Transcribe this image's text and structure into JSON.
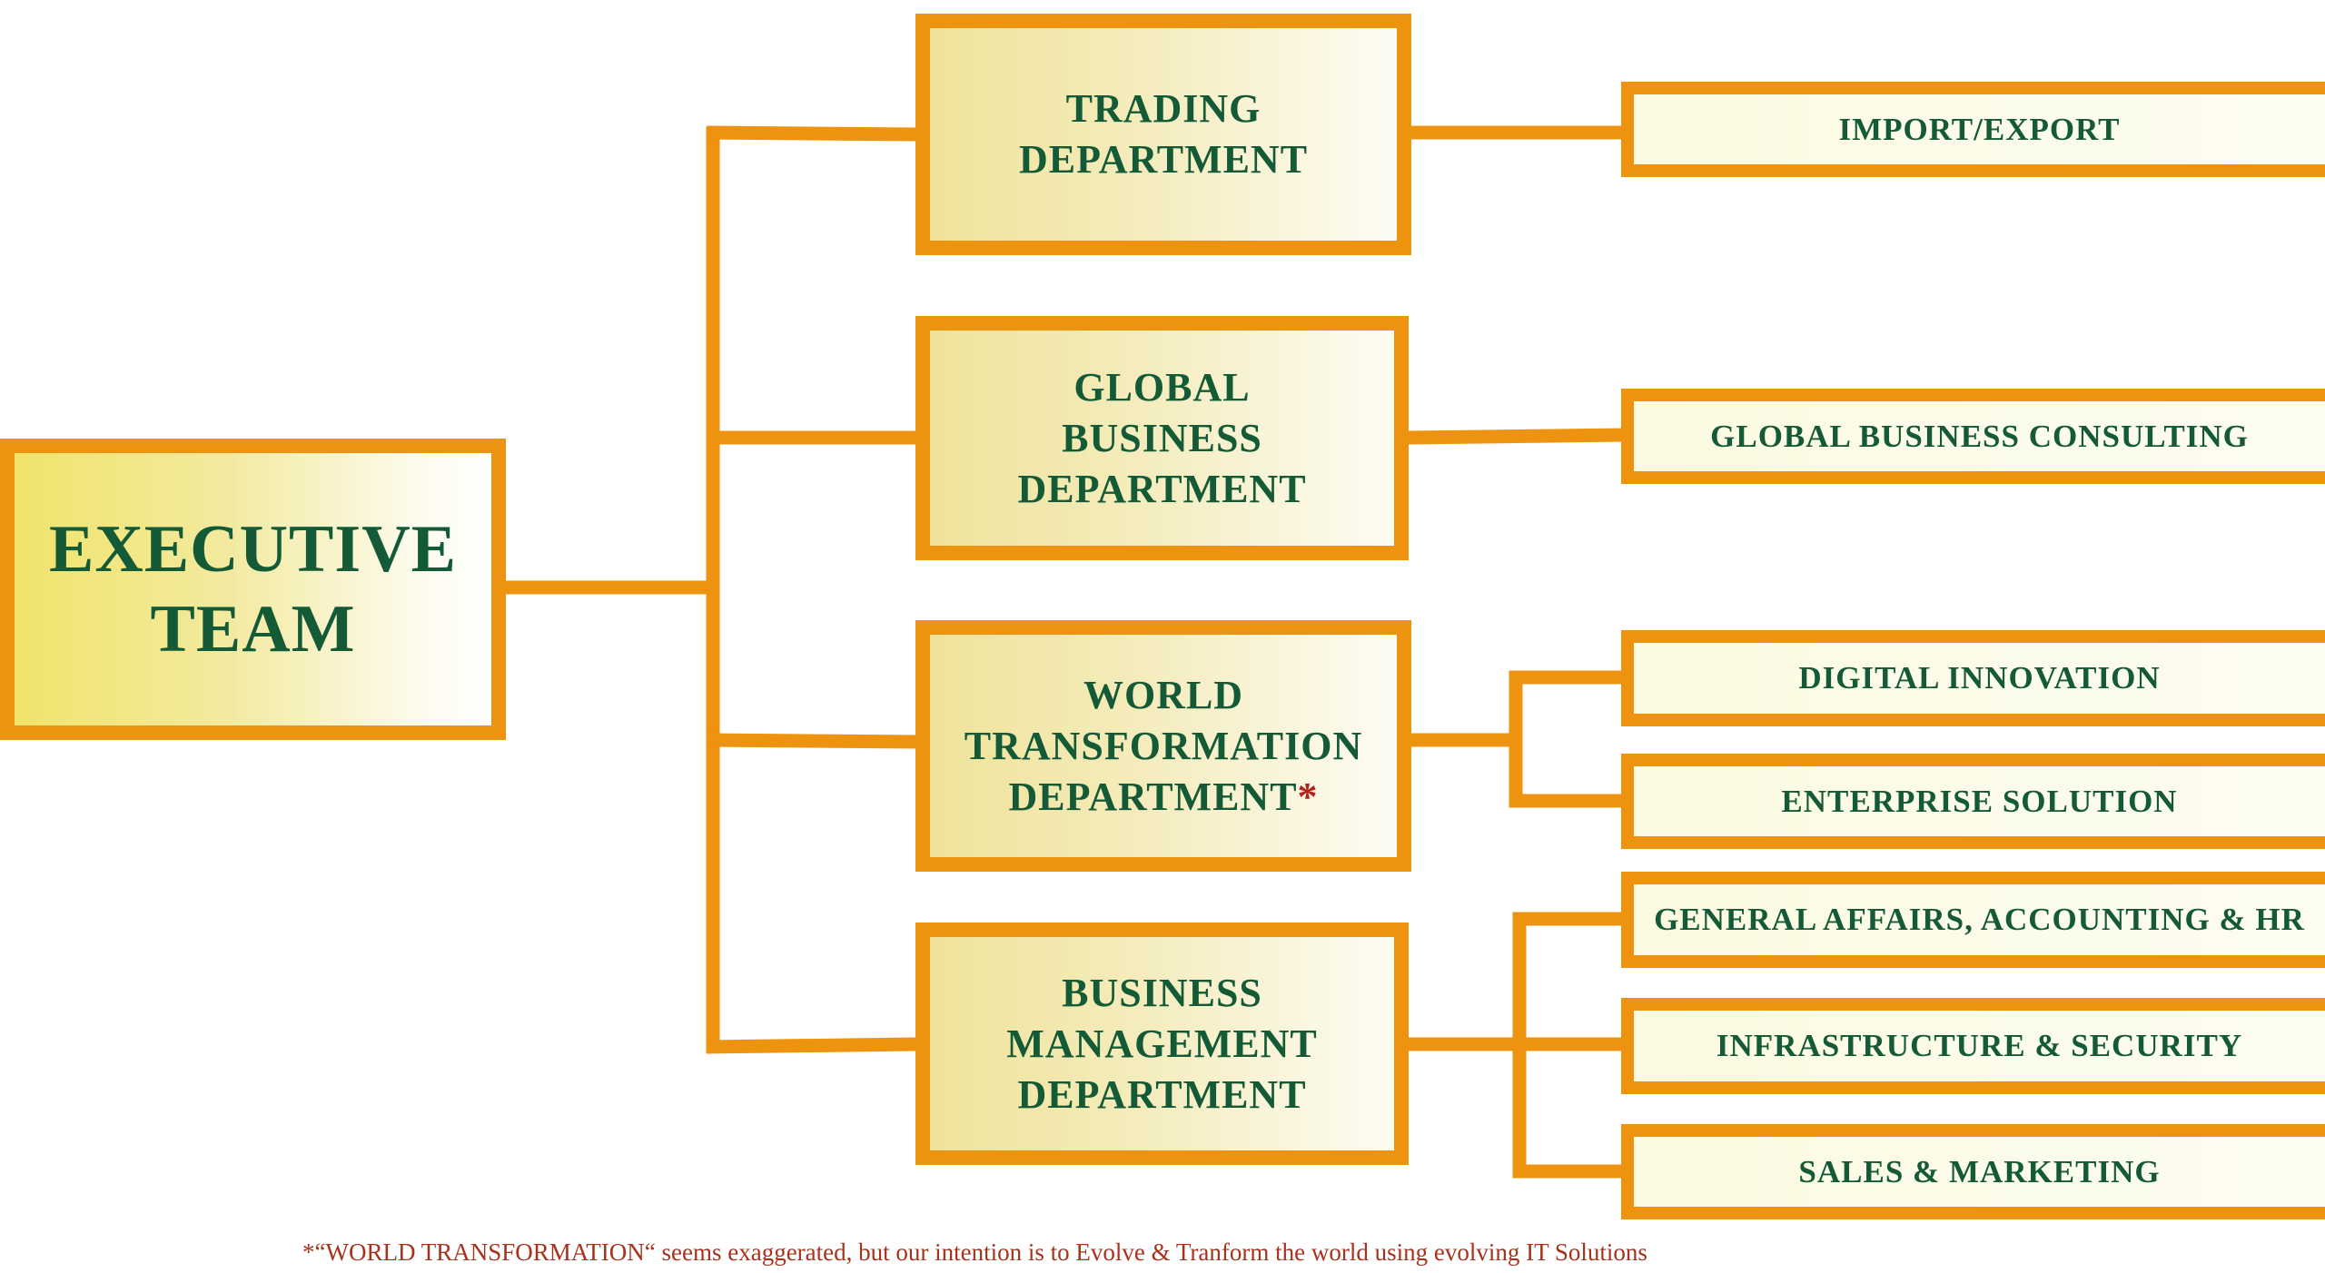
{
  "executive": {
    "line1": "EXECUTIVE",
    "line2": "TEAM"
  },
  "departments": [
    {
      "lines": [
        "TRADING",
        "DEPARTMENT"
      ]
    },
    {
      "lines": [
        "GLOBAL",
        "BUSINESS",
        "DEPARTMENT"
      ]
    },
    {
      "lines": [
        "WORLD",
        "TRANSFORMATION",
        "DEPARTMENT"
      ],
      "marker": "*"
    },
    {
      "lines": [
        "BUSINESS",
        "MANAGEMENT",
        "DEPARTMENT"
      ]
    }
  ],
  "units": [
    "IMPORT/EXPORT",
    "GLOBAL BUSINESS CONSULTING",
    "DIGITAL INNOVATION",
    "ENTERPRISE SOLUTION",
    "GENERAL AFFAIRS, ACCOUNTING & HR",
    "INFRASTRUCTURE & SECURITY",
    "SALES & MARKETING"
  ],
  "footnote": "*“WORLD TRANSFORMATION“ seems exaggerated, but our intention is to Evolve & Tranform the world using evolving IT Solutions",
  "colors": {
    "border": "#ee930f",
    "text": "#145a36",
    "footnote": "#a8321c"
  }
}
